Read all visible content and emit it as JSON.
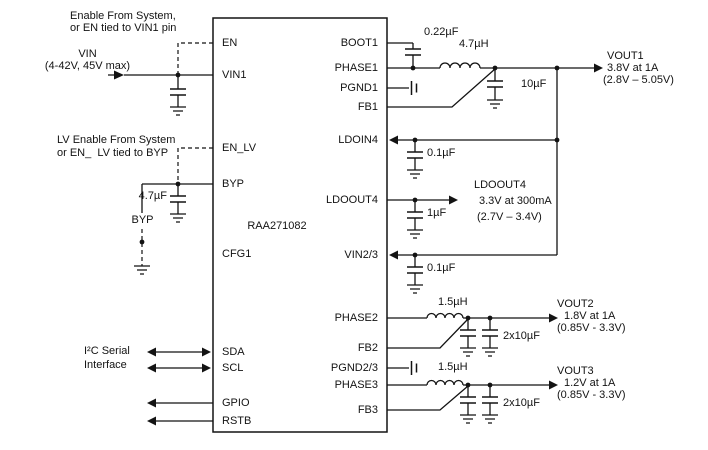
{
  "ic": {
    "part_number": "RAA271082"
  },
  "pins": {
    "left": [
      "EN",
      "VIN1",
      "EN_LV",
      "BYP",
      "CFG1",
      "SDA",
      "SCL",
      "GPIO",
      "RSTB"
    ],
    "right": [
      "BOOT1",
      "PHASE1",
      "PGND1",
      "FB1",
      "LDOIN4",
      "LDOOUT4",
      "VIN2/3",
      "PHASE2",
      "FB2",
      "PGND2/3",
      "PHASE3",
      "FB3"
    ]
  },
  "left_annotations": {
    "en_note_line1": "Enable From System,",
    "en_note_line2": "or EN tied to VIN1 pin",
    "vin_label": "VIN",
    "vin_range": "(4-42V, 45V max)",
    "lv_note_line1": "LV Enable From System",
    "lv_note_line2": "or EN_  LV tied to BYP",
    "byp_cap_value": "4.7µF",
    "byp_net_label": "BYP",
    "i2c_line1": "I²C Serial",
    "i2c_line2": "Interface"
  },
  "right_annotations": {
    "boot_cap_value": "0.22µF",
    "l1_value": "4.7µH",
    "out1_cap_value": "10µF",
    "ldoin4_cap_value": "0.1µF",
    "ldoout4_cap_value": "1µF",
    "vin23_cap_value": "0.1µF",
    "l2_value": "1.5µH",
    "out2_caps_value": "2x10µF",
    "l3_value": "1.5µH",
    "out3_caps_value": "2x10µF"
  },
  "outputs": {
    "vout1": {
      "name": "VOUT1",
      "rating": "3.8V at 1A",
      "range": "(2.8V – 5.05V)"
    },
    "ldoout4": {
      "name": "LDOOUT4",
      "rating": "3.3V at 300mA",
      "range": "(2.7V – 3.4V)"
    },
    "vout2": {
      "name": "VOUT2",
      "rating": "1.8V at 1A",
      "range": "(0.85V - 3.3V)"
    },
    "vout3": {
      "name": "VOUT3",
      "rating": "1.2V at 1A",
      "range": "(0.85V - 3.3V)"
    }
  }
}
